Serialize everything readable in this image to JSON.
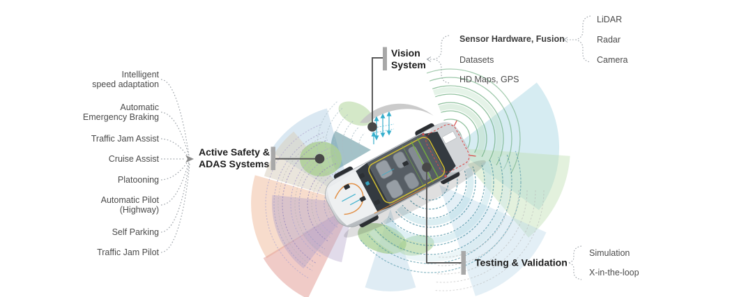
{
  "adas": {
    "label": "Active Safety &\nADAS Systems",
    "items": [
      "Intelligent\nspeed adaptation",
      "Automatic\nEmergency Braking",
      "Traffic Jam Assist",
      "Cruise Assist",
      "Platooning",
      "Automatic Pilot\n(Highway)",
      "Self Parking",
      "Traffic Jam Pilot"
    ]
  },
  "vision": {
    "label": "Vision\nSystem",
    "items": [
      "Sensor Hardware, Fusion",
      "Datasets",
      "HD Maps, GPS"
    ],
    "sensor_children": [
      "LiDAR",
      "Radar",
      "Camera"
    ]
  },
  "testing": {
    "label": "Testing & Validation",
    "items": [
      "Simulation",
      "X-in-the-loop"
    ]
  },
  "colors": {
    "connector": "#595959",
    "bar": "#a8a8a8",
    "ring_purple": "#9b8cbd",
    "ring_green": "#74b186",
    "ring_teal": "#4f94a6",
    "wedge_peach": "#f3cdb6",
    "wedge_lavender": "#b4a4ca",
    "wedge_blue": "#b5d2e6",
    "wedge_green": "#adcf97",
    "highlight_cyan": "#35aecc",
    "highlight_red": "#d84b49"
  }
}
